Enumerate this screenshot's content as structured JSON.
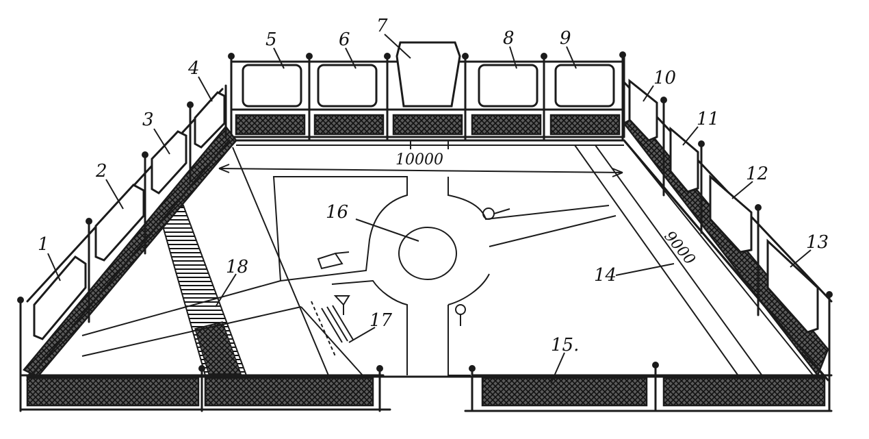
{
  "figure": {
    "dimensions": {
      "width_label": "10000",
      "depth_label": "9000"
    },
    "callouts": [
      {
        "num": "1"
      },
      {
        "num": "2"
      },
      {
        "num": "3"
      },
      {
        "num": "4"
      },
      {
        "num": "5"
      },
      {
        "num": "6"
      },
      {
        "num": "7"
      },
      {
        "num": "8"
      },
      {
        "num": "9"
      },
      {
        "num": "10"
      },
      {
        "num": "11"
      },
      {
        "num": "12"
      },
      {
        "num": "13"
      },
      {
        "num": "14"
      },
      {
        "num": "15."
      },
      {
        "num": "16"
      },
      {
        "num": "17"
      },
      {
        "num": "18"
      }
    ]
  }
}
